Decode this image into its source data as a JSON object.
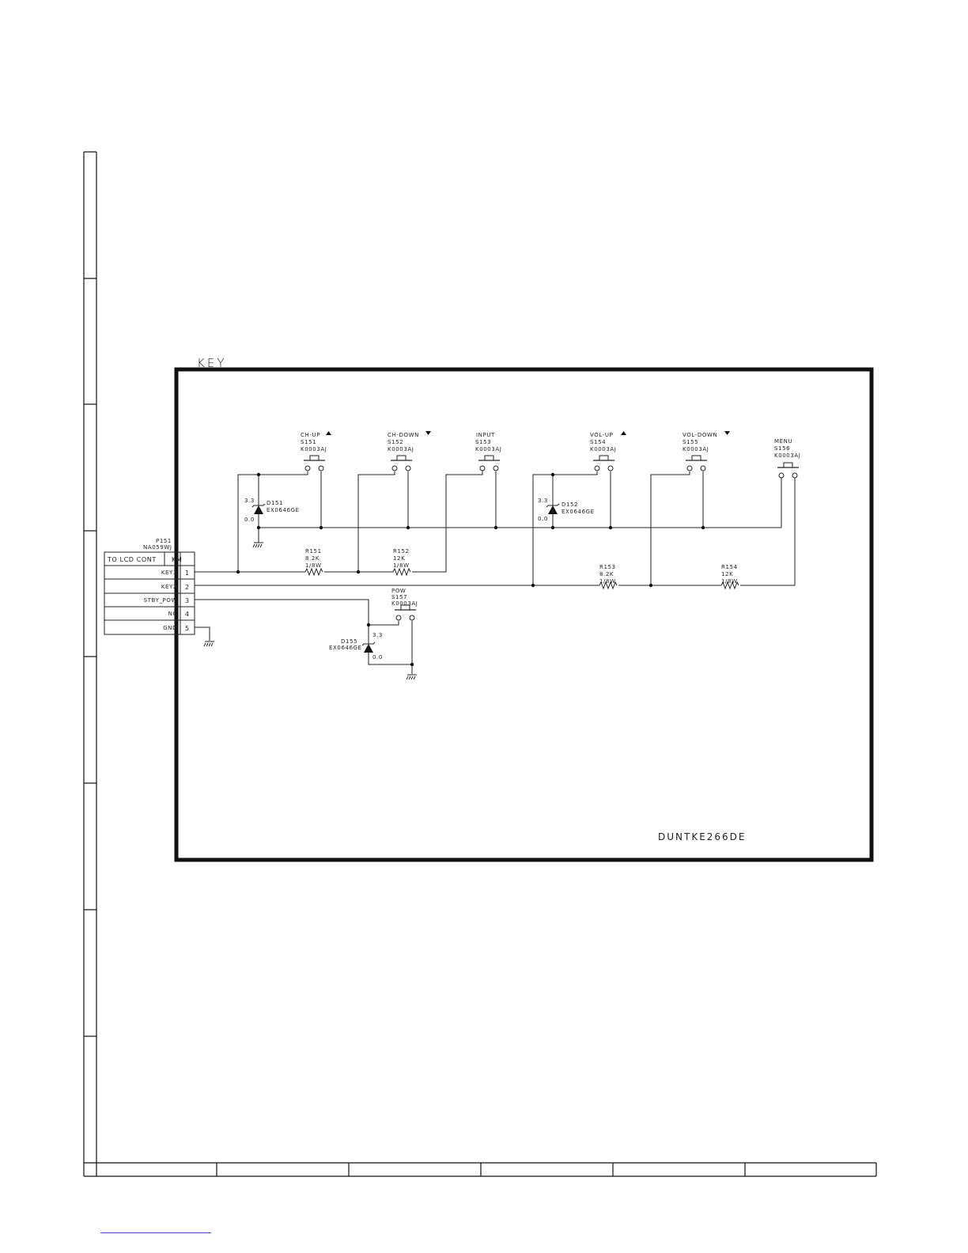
{
  "block_title": "KEY",
  "model_code": "DUNTKE266DE",
  "connector": {
    "ref": "P151",
    "part": "NA059WJ",
    "header_left": "TO LCD CONT",
    "header_right": "KM",
    "pins": [
      {
        "name": "KEY1",
        "num": "1"
      },
      {
        "name": "KEY2",
        "num": "2"
      },
      {
        "name": "STBY_POW",
        "num": "3"
      },
      {
        "name": "NC",
        "num": "4"
      },
      {
        "name": "GND",
        "num": "5"
      }
    ]
  },
  "switches": [
    {
      "func": "CH-UP",
      "ref": "S151",
      "part": "K0003AJ"
    },
    {
      "func": "CH-DOWN",
      "ref": "S152",
      "part": "K0003AJ"
    },
    {
      "func": "INPUT",
      "ref": "S153",
      "part": "K0003AJ"
    },
    {
      "func": "VOL-UP",
      "ref": "S154",
      "part": "K0003AJ"
    },
    {
      "func": "VOL-DOWN",
      "ref": "S155",
      "part": "K0003AJ"
    },
    {
      "func": "MENU",
      "ref": "S156",
      "part": "K0003AJ"
    },
    {
      "func": "POW",
      "ref": "S157",
      "part": "K0003AJ"
    }
  ],
  "resistors": [
    {
      "ref": "R151",
      "value": "8.2K",
      "power": "1/8W"
    },
    {
      "ref": "R152",
      "value": "12K",
      "power": "1/8W"
    },
    {
      "ref": "R153",
      "value": "8.2K",
      "power": "1/8W"
    },
    {
      "ref": "R154",
      "value": "12K",
      "power": "1/8W"
    }
  ],
  "diodes": [
    {
      "ref": "D151",
      "part": "EX0646GE",
      "v_high": "3.3",
      "v_low": "0.0"
    },
    {
      "ref": "D152",
      "part": "EX0646GE",
      "v_high": "3.3",
      "v_low": "0.0"
    },
    {
      "ref": "D155",
      "part": "EX0646GE",
      "v_high": "3.3",
      "v_low": "0.0"
    }
  ]
}
